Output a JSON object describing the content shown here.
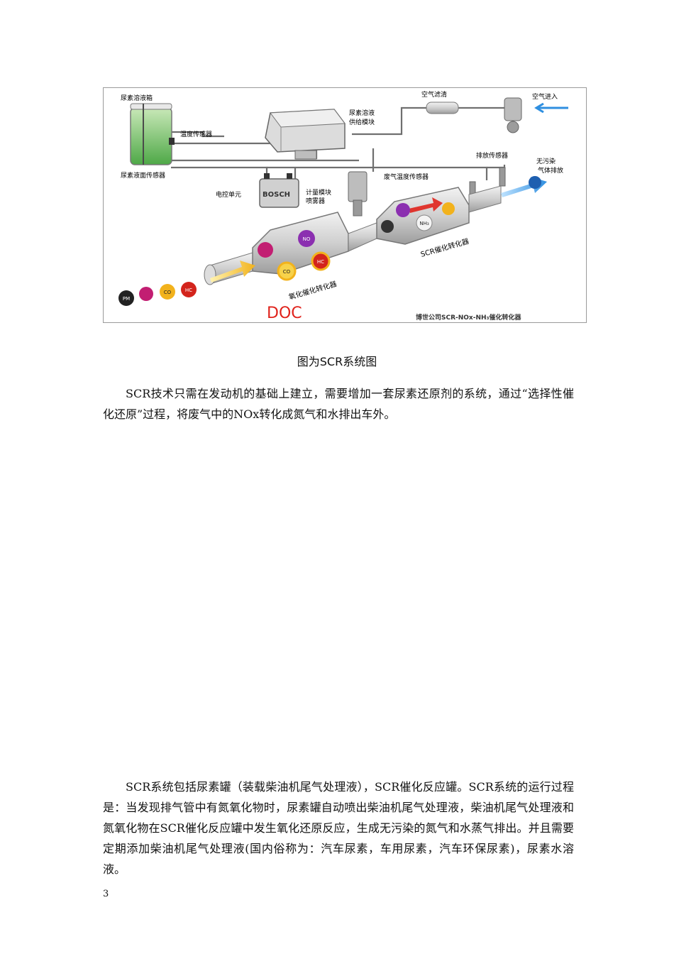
{
  "figure": {
    "labels": {
      "urea_tank": "尿素溶液箱",
      "temp_sensor": "温度传感器",
      "level_sensor": "尿素液面传感器",
      "supply_module_1": "尿素溶液",
      "supply_module_2": "供给模块",
      "air_filter": "空气滤清",
      "air_in": "空气进入",
      "exhaust_sensor": "排放传感器",
      "ecu": "电控单元",
      "bosch": "BOSCH",
      "dosing_1": "计量模块",
      "dosing_2": "喷雾器",
      "exhaust_temp_sensor": "废气温度传感器",
      "clean_1": "无污染",
      "clean_2": "气体排放",
      "scr_converter": "SCR催化转化器",
      "oxidation_converter": "氧化催化转化器",
      "doc": "DOC",
      "footer": "博世公司SCR-NOx-NH₃催化转化器"
    },
    "molecules": {
      "pm": "PM",
      "co": "CO",
      "hc": "HC",
      "no": "NO",
      "nh3": "NH₃"
    },
    "colors": {
      "arrow_blue": "#2f8fe0",
      "arrow_yellow": "#f2b21c",
      "doc_red": "#e0231c",
      "tank_green": "#5fb85a"
    }
  },
  "caption": "图为SCR系统图",
  "paragraphs": [
    "SCR技术只需在发动机的基础上建立，需要增加一套尿素还原剂的系统，通过“选择性催化还原”过程，将废气中的NOx转化成氮气和水排出车外。",
    "SCR系统包括尿素罐（装载柴油机尾气处理液），SCR催化反应罐。SCR系统的运行过程是：当发现排气管中有氮氧化物时，尿素罐自动喷出柴油机尾气处理液，柴油机尾气处理液和氮氧化物在SCR催化反应罐中发生氧化还原反应，生成无污染的氮气和水蒸气排出。并且需要定期添加柴油机尾气处理液(国内俗称为：汽车尿素，车用尿素，汽车环保尿素)，尿素水溶液。"
  ],
  "page_number": "3"
}
